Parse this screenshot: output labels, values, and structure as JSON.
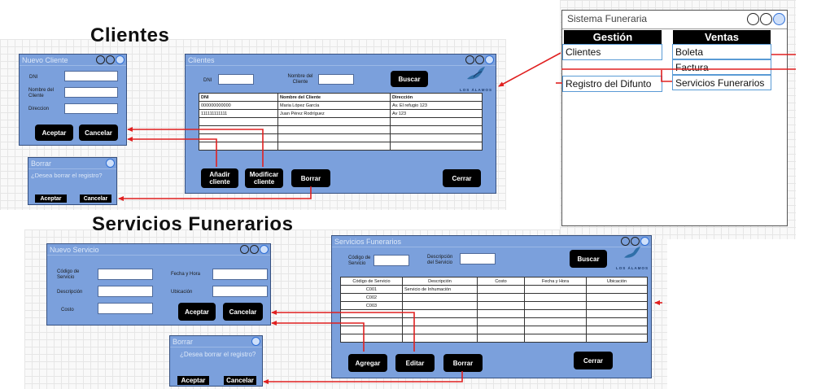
{
  "headings": {
    "clientes": "Clientes",
    "servicios": "Servicios Funerarios"
  },
  "menu": {
    "title": "Sistema Funeraria",
    "gestion": {
      "header": "Gestión",
      "items": [
        "Clientes",
        "Registro del Difunto"
      ]
    },
    "ventas": {
      "header": "Ventas",
      "items": [
        "Boleta",
        "Factura",
        "Servicios Funerarios"
      ]
    }
  },
  "nuevo_cliente": {
    "title": "Nuevo Cliente",
    "fields": [
      "DNI",
      "Nombre del Cliente",
      "Direccion"
    ],
    "accept": "Aceptar",
    "cancel": "Cancelar"
  },
  "borrar_cliente": {
    "title": "Borrar",
    "message": "¿Desea borrar el registro?",
    "accept": "Aceptar",
    "cancel": "Cancelar"
  },
  "clientes_win": {
    "title": "Clientes",
    "dni_label": "DNI",
    "name_label": "Nombre del Cliente",
    "search": "Buscar",
    "logo_text": "LOS ÁLAMOS",
    "columns": [
      "DNI",
      "Nombre del Cliente",
      "Dirección"
    ],
    "rows": [
      [
        "000000000000",
        "Maria López García",
        "Av. El refugio 123"
      ],
      [
        "111111111111",
        "Juan Pérez Rodríguez",
        "Av 123"
      ],
      [
        "",
        "",
        ""
      ],
      [
        "",
        "",
        ""
      ],
      [
        "",
        "",
        ""
      ],
      [
        "",
        "",
        ""
      ]
    ],
    "add": "Añadir cliente",
    "edit": "Modificar cliente",
    "delete": "Borrar",
    "close": "Cerrar"
  },
  "nuevo_servicio": {
    "title": "Nuevo Servicio",
    "fields": [
      "Código de Servicio",
      "Descripción",
      "Costo"
    ],
    "fields_right": [
      "Fecha y Hora",
      "Ubicación"
    ],
    "accept": "Aceptar",
    "cancel": "Cancelar"
  },
  "borrar_servicio": {
    "title": "Borrar",
    "message": "¿Desea borrar el registro?",
    "accept": "Aceptar",
    "cancel": "Cancelar"
  },
  "servicios_win": {
    "title": "Servicios Funerarios",
    "code_label": "Código de Servicio",
    "desc_label": "Descripción del Servicio",
    "search": "Buscar",
    "logo_text": "LOS ÁLAMOS",
    "columns": [
      "Código de Servicio",
      "Descripción",
      "Costo",
      "Fecha y Hora",
      "Ubicación"
    ],
    "rows": [
      [
        "C001",
        "Servicio de Inhumación",
        "",
        "",
        ""
      ],
      [
        "C002",
        "",
        "",
        "",
        ""
      ],
      [
        "C003",
        "",
        "",
        "",
        ""
      ],
      [
        "",
        "",
        "",
        "",
        ""
      ],
      [
        "",
        "",
        "",
        "",
        ""
      ],
      [
        "",
        "",
        "",
        "",
        ""
      ],
      [
        "",
        "",
        "",
        "",
        ""
      ]
    ],
    "add": "Agregar",
    "edit": "Editar",
    "delete": "Borrar",
    "close": "Cerrar"
  },
  "colors": {
    "window": "#7ba0dc",
    "arrow": "#e02020",
    "button": "#000000"
  }
}
